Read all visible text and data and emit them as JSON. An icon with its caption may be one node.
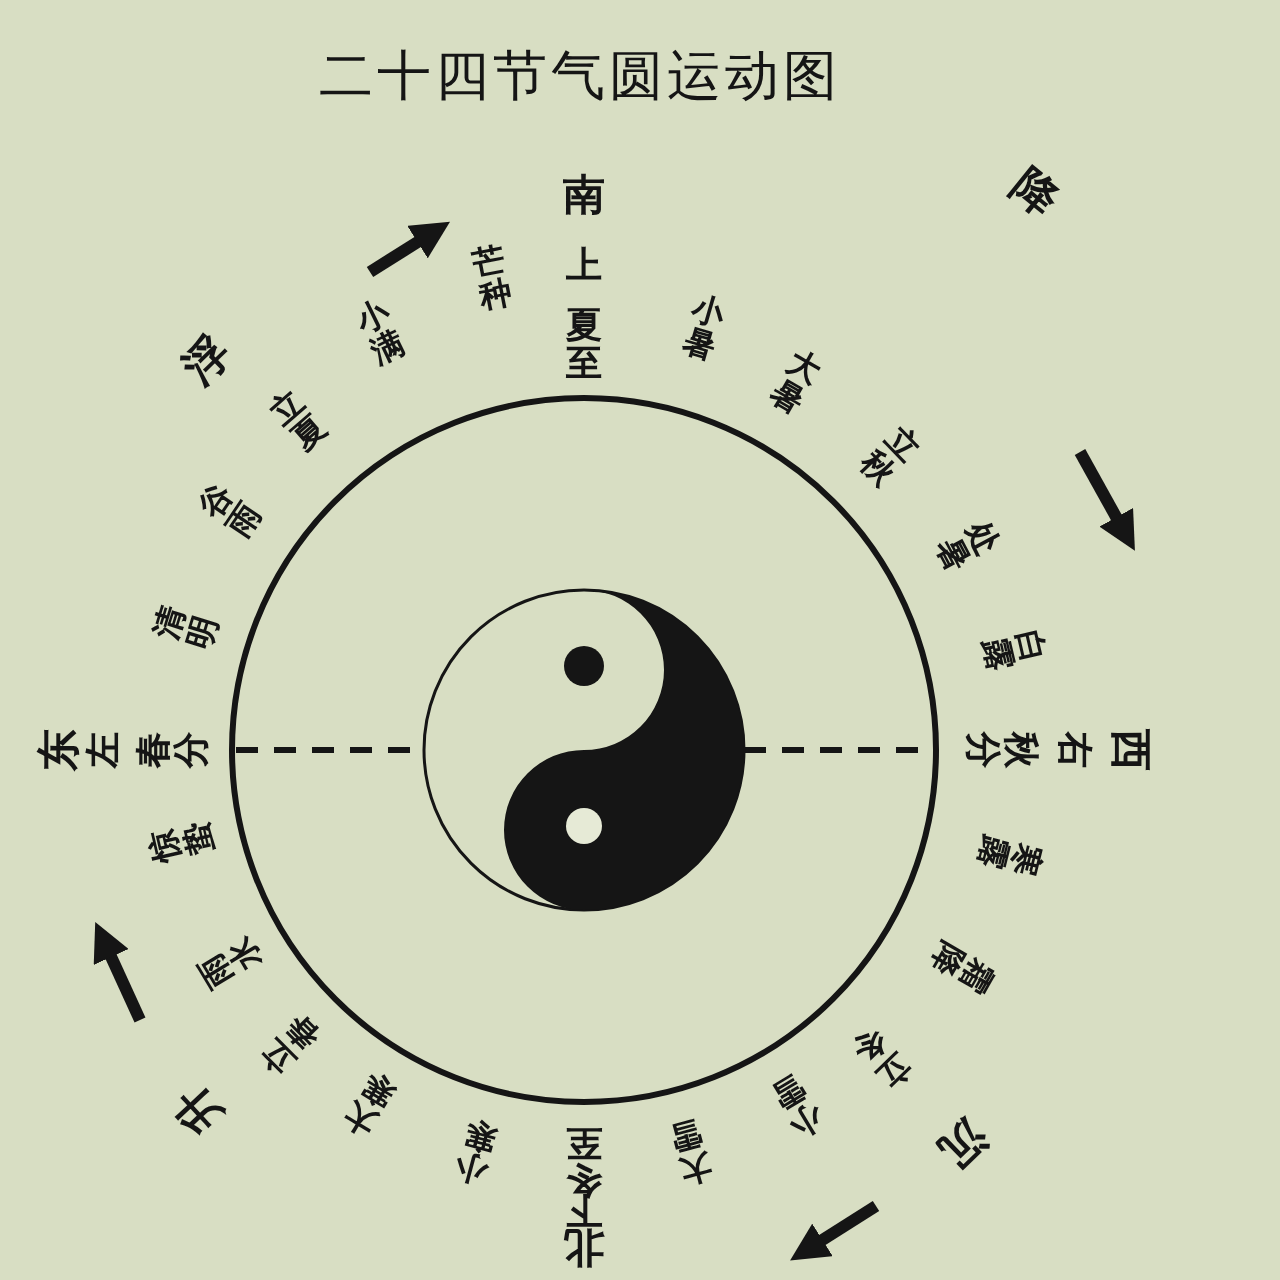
{
  "diagram": {
    "title": "二十四节气圆运动图",
    "labels": [
      "南",
      "上",
      "夏至",
      "小暑",
      "大暑",
      "立秋",
      "处暑",
      "白露",
      "降",
      "西",
      "右",
      "秋分",
      "寒露",
      "霜降",
      "立冬",
      "小雪",
      "大雪",
      "沉",
      "冬至",
      "下",
      "北",
      "小寒",
      "大寒",
      "立春",
      "雨水",
      "惊蛰",
      "升",
      "东",
      "左",
      "春分",
      "清明",
      "谷雨",
      "立夏",
      "小满",
      "芒种",
      "浮"
    ]
  }
}
